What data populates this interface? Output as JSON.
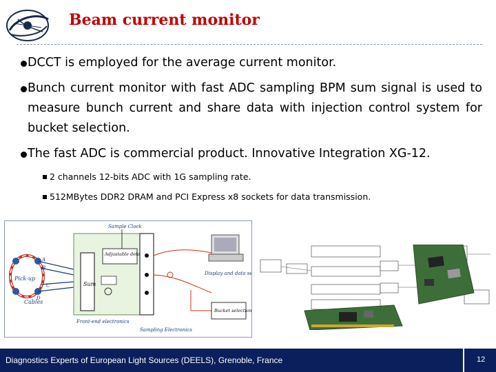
{
  "header": {
    "title": "Beam current monitor"
  },
  "bullets": [
    {
      "text": "DCCT is employed for the average current monitor."
    },
    {
      "text": "Bunch current monitor with fast ADC sampling BPM sum signal is used to measure bunch current and share data with injection control system for bucket selection."
    },
    {
      "text": "The fast ADC is commercial product. Innovative Integration XG-12."
    }
  ],
  "sub_bullets": [
    {
      "text": "2 channels 12-bits ADC with 1G sampling rate."
    },
    {
      "text": "512MBytes DDR2 DRAM and PCI Express x8 sockets for data transmission."
    }
  ],
  "diagram": {
    "sample_clock": "Sample Clock",
    "adjustable_delay": "Adjustable delay line",
    "pick_up": "Pick-up",
    "sum": "Sum",
    "cables": "Cables",
    "port_a": "A",
    "port_b": "B",
    "port_c": "C",
    "port_d": "D",
    "front_end": "Front-end electronics",
    "sampling_electronics": "Sampling Electronics",
    "display": "Display and data server",
    "bucket_selection": "Bucket selection"
  },
  "footer": {
    "text": "Diagnostics Experts of European Light Sources (DEELS), Grenoble, France",
    "page": "12"
  },
  "colors": {
    "title": "#c00000",
    "footer_bg": "#0b1f5c",
    "accent": "#d03010"
  }
}
